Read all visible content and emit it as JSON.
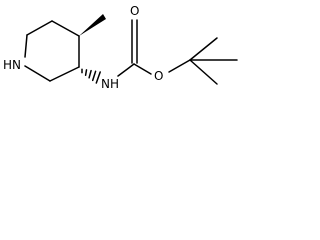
{
  "molecule": {
    "atom_labels": {
      "ring_nh": "HN",
      "carbamate_nh": "NH",
      "carbonyl_o": "O",
      "ester_o": "O"
    }
  }
}
